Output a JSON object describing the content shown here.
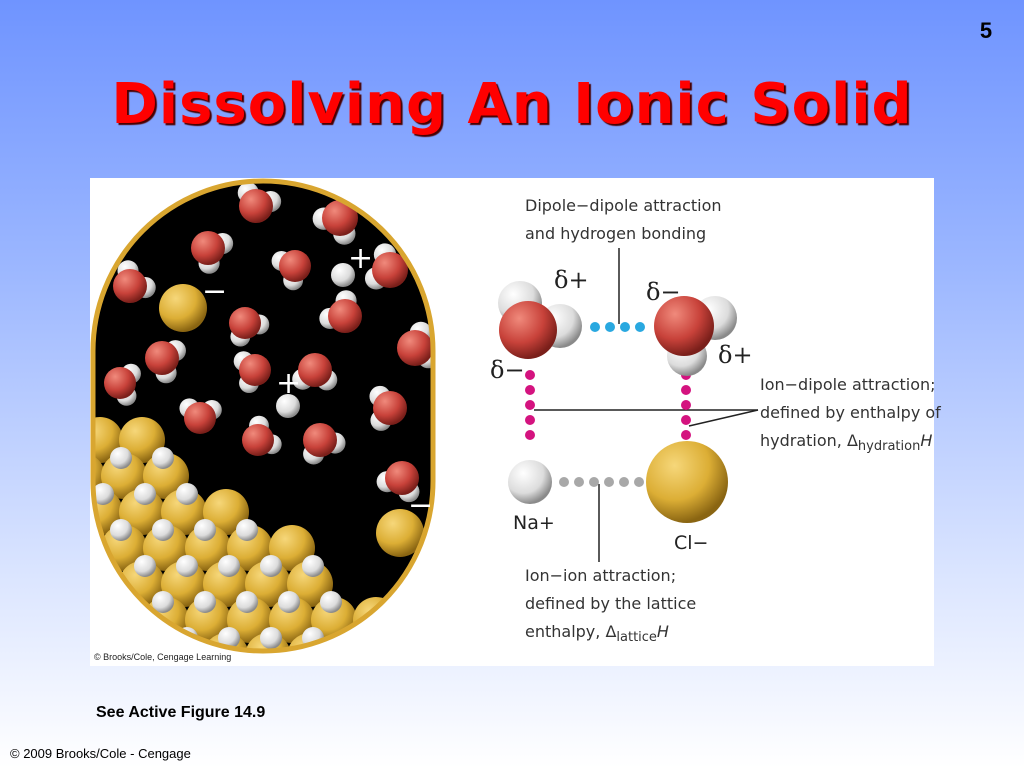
{
  "slide": {
    "number": "5",
    "title": "Dissolving An Ionic Solid"
  },
  "figure": {
    "credit": "© Brooks/Cole, Cengage Learning",
    "beaker_signs": [
      "+",
      "−",
      "+",
      "−"
    ],
    "dipole_label_line1": "Dipole−dipole attraction",
    "dipole_label_line2": "and hydrogen bonding",
    "delta_plus": "δ+",
    "delta_minus": "δ−",
    "ion_dipole_line1": "Ion−dipole attraction;",
    "ion_dipole_line2": "defined by enthalpy of",
    "ion_dipole_line3_prefix": "hydration, Δ",
    "ion_dipole_line3_sub": "hydration",
    "ion_dipole_line3_symbol": "H",
    "na_ion": "Na+",
    "cl_ion": "Cl−",
    "ion_ion_line1": "Ion−ion attraction;",
    "ion_ion_line2": "defined by the lattice",
    "ion_ion_line3_prefix": "enthalpy, Δ",
    "ion_ion_line3_sub": "lattice",
    "ion_ion_line3_symbol": "H",
    "colors": {
      "oxygen": "#d0483b",
      "hydrogen": "#f2f2f2",
      "sodium_sphere": "#e8e8e8",
      "chloride": "#e4b43a",
      "dipole_dots": "#29a8e0",
      "ion_dipole_dots": "#d4137f",
      "ion_ion_dots": "#a8a8a8",
      "beaker_border": "#d9a630"
    }
  },
  "caption": "See Active Figure 14.9",
  "footer": "© 2009 Brooks/Cole - Cengage"
}
